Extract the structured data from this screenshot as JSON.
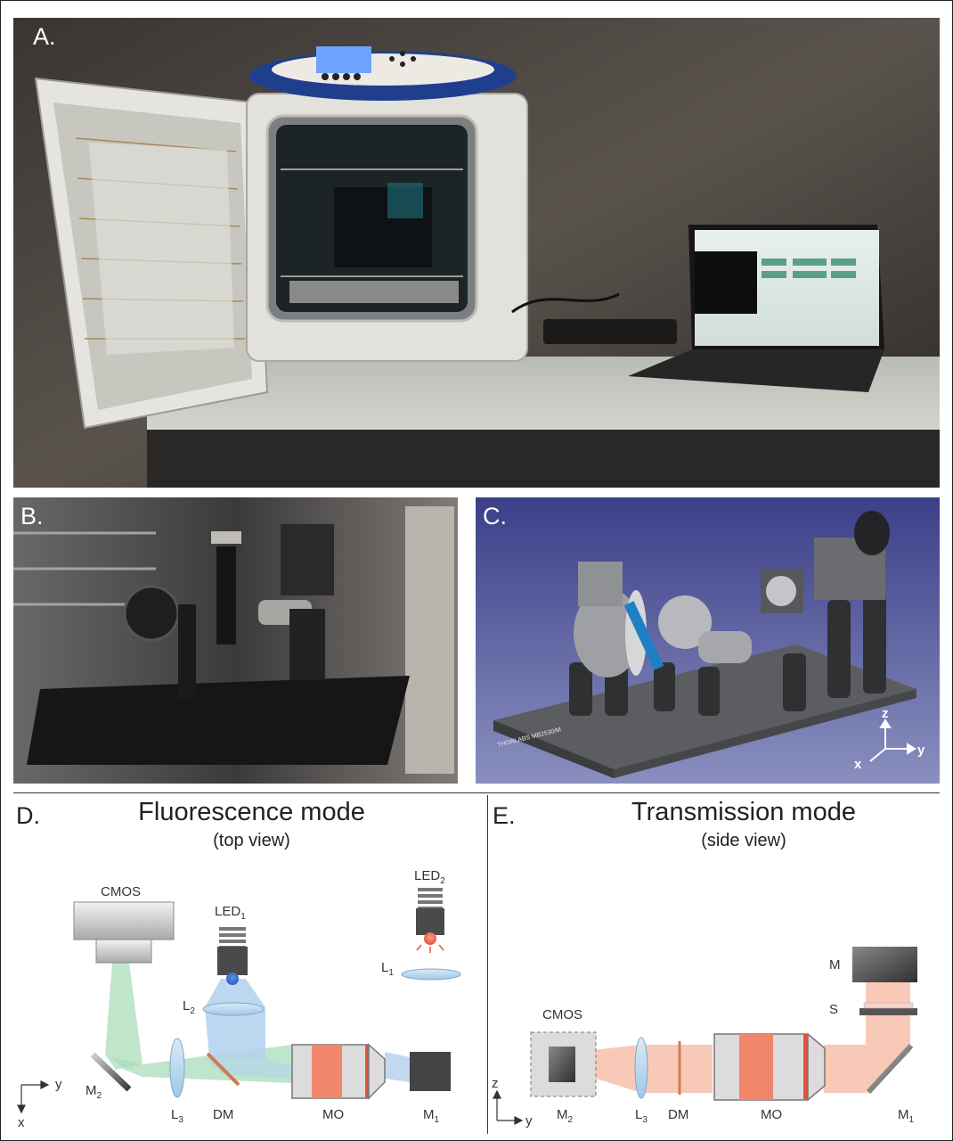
{
  "panels": {
    "a": {
      "label": "A."
    },
    "b": {
      "label": "B."
    },
    "c": {
      "label": "C.",
      "axes": {
        "x": "x",
        "y": "y",
        "z": "z"
      },
      "plate_text": "THORLABS  MB2530/M"
    },
    "d": {
      "label": "D.",
      "title": "Fluorescence mode",
      "subtitle": "(top view)",
      "components": {
        "cmos": "CMOS",
        "led1": "LED",
        "led1_sub": "1",
        "led2": "LED",
        "led2_sub": "2",
        "l1": "L",
        "l1_sub": "1",
        "l2": "L",
        "l2_sub": "2",
        "l3": "L",
        "l3_sub": "3",
        "m2": "M",
        "m2_sub": "2",
        "m1": "M",
        "m1_sub": "1",
        "dm": "DM",
        "mo": "MO"
      },
      "axes": {
        "horizontal": "y",
        "vertical": "x"
      }
    },
    "e": {
      "label": "E.",
      "title": "Transmission mode",
      "subtitle": "(side view)",
      "components": {
        "cmos": "CMOS",
        "m": "M",
        "s": "S",
        "m2": "M",
        "m2_sub": "2",
        "l3": "L",
        "l3_sub": "3",
        "dm": "DM",
        "mo": "MO",
        "m1": "M",
        "m1_sub": "1"
      },
      "axes": {
        "horizontal": "y",
        "vertical": "z"
      }
    }
  }
}
